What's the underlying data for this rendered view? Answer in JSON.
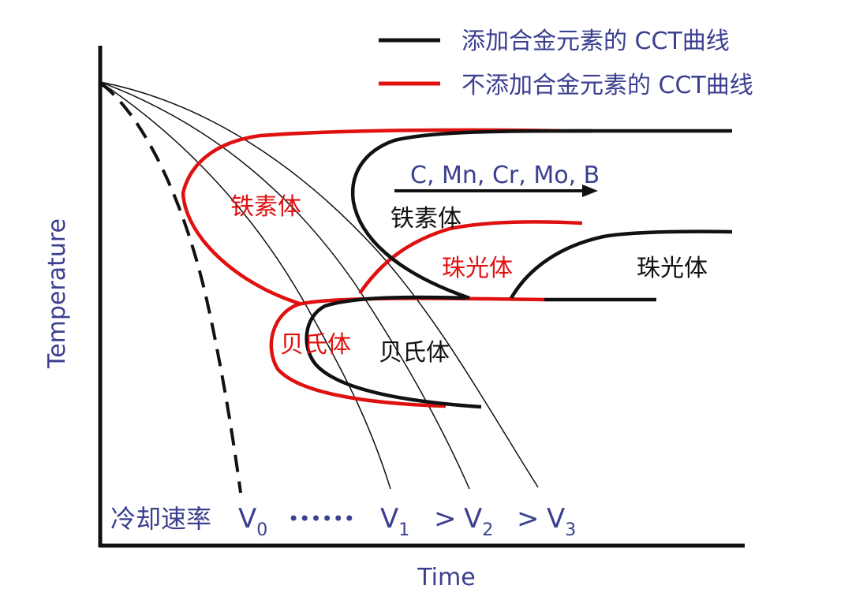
{
  "legend": {
    "item1": {
      "label": "添加合金元素的 CCT曲线",
      "color": "#111111"
    },
    "item2": {
      "label": "不添加合金元素的 CCT曲线",
      "color": "#e01010"
    }
  },
  "axes": {
    "ylabel": "Temperature",
    "xlabel": "Time"
  },
  "labels": {
    "arrow_elements": "C, Mn, Cr, Mo, B",
    "ferrite_red": "铁素体",
    "ferrite_black": "铁素体",
    "pearlite_red": "珠光体",
    "pearlite_black": "珠光体",
    "bainite_red": "贝氏体",
    "bainite_black": "贝氏体"
  },
  "cooling_rates": {
    "prefix": "冷却速率",
    "v": "V",
    "sub0": "0",
    "dots": "••••••",
    "sub1": "1",
    "gt1": ">",
    "sub2": "2",
    "gt2": ">",
    "sub3": "3"
  },
  "colors": {
    "text_blue": "#3a3f8f",
    "red": "#e01010",
    "black": "#111111"
  }
}
